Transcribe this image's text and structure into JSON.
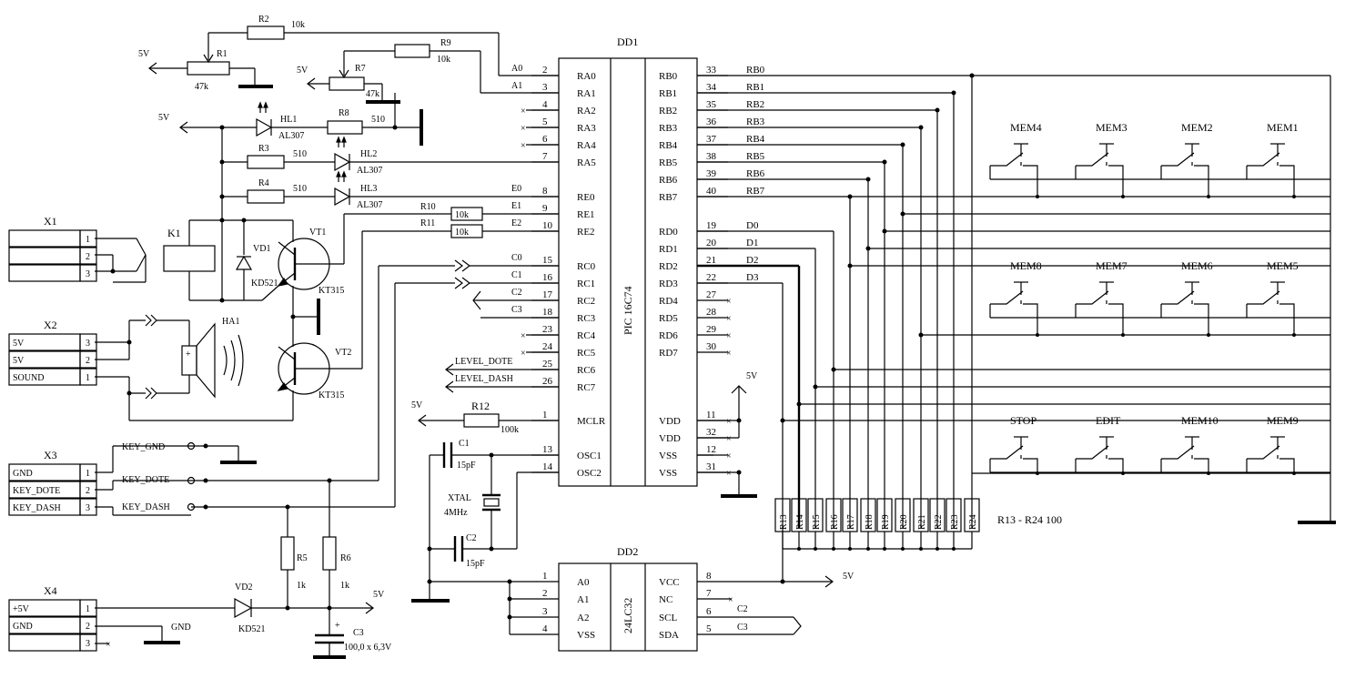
{
  "diagram": {
    "dd1": {
      "ref": "DD1",
      "part": "PIC 16C74",
      "left_pins": [
        {
          "num": "2",
          "name": "RA0",
          "net": "A0"
        },
        {
          "num": "3",
          "name": "RA1",
          "net": "A1"
        },
        {
          "num": "4",
          "name": "RA2",
          "net": ""
        },
        {
          "num": "5",
          "name": "RA3",
          "net": ""
        },
        {
          "num": "6",
          "name": "RA4",
          "net": ""
        },
        {
          "num": "7",
          "name": "RA5",
          "net": ""
        },
        {
          "num": "8",
          "name": "RE0",
          "net": "E0"
        },
        {
          "num": "9",
          "name": "RE1",
          "net": "E1"
        },
        {
          "num": "10",
          "name": "RE2",
          "net": "E2"
        },
        {
          "num": "15",
          "name": "RC0",
          "net": "C0"
        },
        {
          "num": "16",
          "name": "RC1",
          "net": "C1"
        },
        {
          "num": "17",
          "name": "RC2",
          "net": "C2"
        },
        {
          "num": "18",
          "name": "RC3",
          "net": "C3"
        },
        {
          "num": "23",
          "name": "RC4",
          "net": ""
        },
        {
          "num": "24",
          "name": "RC5",
          "net": ""
        },
        {
          "num": "25",
          "name": "RC6",
          "net": "LEVEL_DOTE"
        },
        {
          "num": "26",
          "name": "RC7",
          "net": "LEVEL_DASH"
        },
        {
          "num": "1",
          "name": "MCLR",
          "net": ""
        },
        {
          "num": "13",
          "name": "OSC1",
          "net": ""
        },
        {
          "num": "14",
          "name": "OSC2",
          "net": ""
        }
      ],
      "right_pins": [
        {
          "num": "33",
          "name": "RB0",
          "net": "RB0"
        },
        {
          "num": "34",
          "name": "RB1",
          "net": "RB1"
        },
        {
          "num": "35",
          "name": "RB2",
          "net": "RB2"
        },
        {
          "num": "36",
          "name": "RB3",
          "net": "RB3"
        },
        {
          "num": "37",
          "name": "RB4",
          "net": "RB4"
        },
        {
          "num": "38",
          "name": "RB5",
          "net": "RB5"
        },
        {
          "num": "39",
          "name": "RB6",
          "net": "RB6"
        },
        {
          "num": "40",
          "name": "RB7",
          "net": "RB7"
        },
        {
          "num": "19",
          "name": "RD0",
          "net": "D0"
        },
        {
          "num": "20",
          "name": "RD1",
          "net": "D1"
        },
        {
          "num": "21",
          "name": "RD2",
          "net": "D2"
        },
        {
          "num": "22",
          "name": "RD3",
          "net": "D3"
        },
        {
          "num": "27",
          "name": "RD4",
          "net": ""
        },
        {
          "num": "28",
          "name": "RD5",
          "net": ""
        },
        {
          "num": "29",
          "name": "RD6",
          "net": ""
        },
        {
          "num": "30",
          "name": "RD7",
          "net": ""
        },
        {
          "num": "11",
          "name": "VDD",
          "net": ""
        },
        {
          "num": "32",
          "name": "VDD",
          "net": ""
        },
        {
          "num": "12",
          "name": "VSS",
          "net": ""
        },
        {
          "num": "31",
          "name": "VSS",
          "net": ""
        }
      ]
    },
    "dd2": {
      "ref": "DD2",
      "part": "24LC32",
      "left_pins": [
        {
          "num": "1",
          "name": "A0"
        },
        {
          "num": "2",
          "name": "A1"
        },
        {
          "num": "3",
          "name": "A2"
        },
        {
          "num": "4",
          "name": "VSS"
        }
      ],
      "right_pins": [
        {
          "num": "8",
          "name": "VCC",
          "net": "5V"
        },
        {
          "num": "7",
          "name": "NC",
          "net": ""
        },
        {
          "num": "6",
          "name": "SCL",
          "net": "C2"
        },
        {
          "num": "5",
          "name": "SDA",
          "net": "C3"
        }
      ]
    },
    "resistors": {
      "r1": {
        "ref": "R1",
        "value": "47k"
      },
      "r2": {
        "ref": "R2",
        "value": "10k"
      },
      "r3": {
        "ref": "R3",
        "value": "510"
      },
      "r4": {
        "ref": "R4",
        "value": "510"
      },
      "r5": {
        "ref": "R5",
        "value": "1k"
      },
      "r6": {
        "ref": "R6",
        "value": "1k"
      },
      "r7": {
        "ref": "R7",
        "value": "47k"
      },
      "r8": {
        "ref": "R8",
        "value": "510"
      },
      "r9": {
        "ref": "R9",
        "value": "10k"
      },
      "r10": {
        "ref": "R10",
        "value": "10k"
      },
      "r11": {
        "ref": "R11",
        "value": "10k"
      },
      "r12": {
        "ref": "R12",
        "value": "100k"
      }
    },
    "rbank": {
      "refs": [
        "R13",
        "R14",
        "R15",
        "R16",
        "R17",
        "R18",
        "R19",
        "R20",
        "R21",
        "R22",
        "R23",
        "R24"
      ],
      "note": "R13 - R24  100"
    },
    "leds": {
      "hl1": {
        "ref": "HL1",
        "part": "AL307"
      },
      "hl2": {
        "ref": "HL2",
        "part": "AL307"
      },
      "hl3": {
        "ref": "HL3",
        "part": "AL307"
      }
    },
    "transistors": {
      "vt1": {
        "ref": "VT1",
        "part": "KT315"
      },
      "vt2": {
        "ref": "VT2",
        "part": "KT315"
      }
    },
    "diodes": {
      "vd1": {
        "ref": "VD1",
        "part": "KD521"
      },
      "vd2": {
        "ref": "VD2",
        "part": "KD521"
      }
    },
    "relay": {
      "ref": "K1"
    },
    "speaker": {
      "ref": "HA1"
    },
    "caps": {
      "c1": {
        "ref": "C1",
        "value": "15pF"
      },
      "c2": {
        "ref": "C2",
        "value": "15pF"
      },
      "c3": {
        "ref": "C3",
        "value": "100,0 x 6,3V"
      }
    },
    "crystal": {
      "ref": "XTAL",
      "value": "4MHz"
    },
    "connectors": {
      "x1": {
        "ref": "X1",
        "pins": [
          {
            "num": "1",
            "label": ""
          },
          {
            "num": "2",
            "label": ""
          },
          {
            "num": "3",
            "label": ""
          }
        ]
      },
      "x2": {
        "ref": "X2",
        "pins": [
          {
            "num": "3",
            "label": "5V"
          },
          {
            "num": "2",
            "label": "5V"
          },
          {
            "num": "1",
            "label": "SOUND"
          }
        ]
      },
      "x3": {
        "ref": "X3",
        "pins": [
          {
            "num": "1",
            "label": "GND"
          },
          {
            "num": "2",
            "label": "KEY_DOTE"
          },
          {
            "num": "3",
            "label": "KEY_DASH"
          }
        ]
      },
      "x4": {
        "ref": "X4",
        "pins": [
          {
            "num": "1",
            "label": "+5V"
          },
          {
            "num": "2",
            "label": "GND"
          },
          {
            "num": "3",
            "label": ""
          }
        ]
      }
    },
    "nets": {
      "key_gnd": "KEY_GND",
      "key_dote": "KEY_DOTE",
      "key_dash": "KEY_DASH",
      "gnd": "GND",
      "v5": "5V"
    },
    "keys_row1": [
      "MEM4",
      "MEM3",
      "MEM2",
      "MEM1"
    ],
    "keys_row2": [
      "MEM8",
      "MEM7",
      "MEM6",
      "MEM5"
    ],
    "keys_row3": [
      "STOP",
      "EDIT",
      "MEM10",
      "MEM9"
    ]
  }
}
